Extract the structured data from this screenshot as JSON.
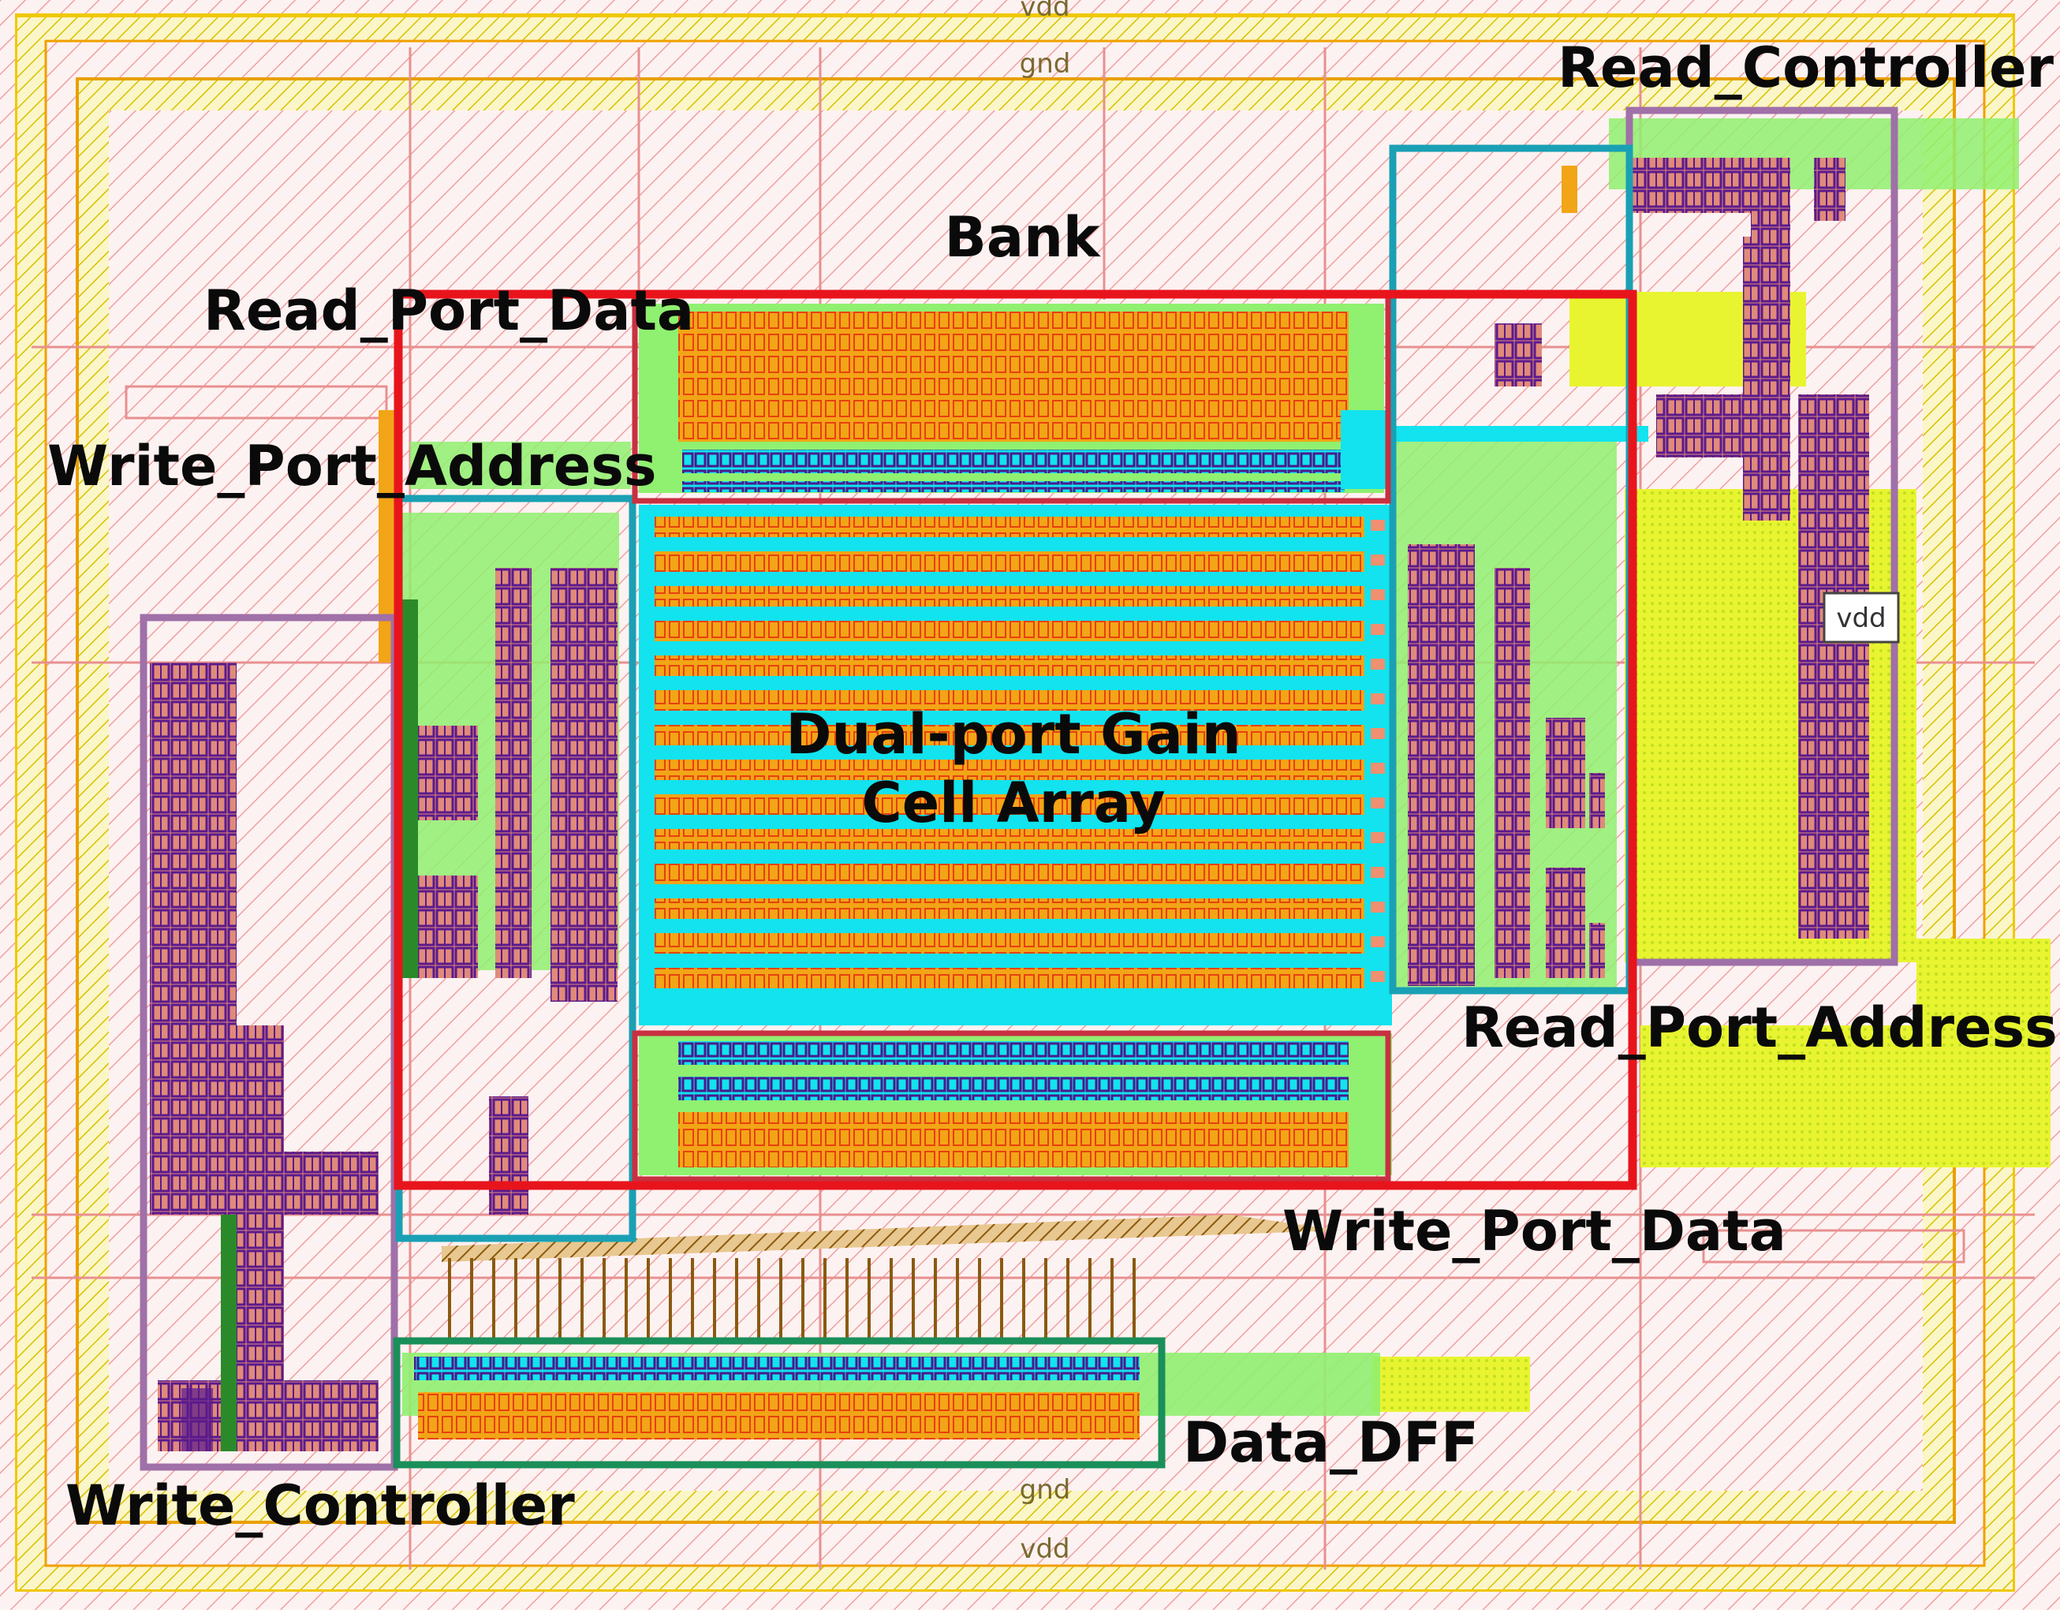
{
  "layout_labels": {
    "bank": "Bank",
    "read_port_data": "Read_Port_Data",
    "write_port_address": "Write_Port_Address",
    "read_controller": "Read_Controller",
    "read_port_address": "Read_Port_Address",
    "write_port_data": "Write_Port_Data",
    "data_dff": "Data_DFF",
    "write_controller": "Write_Controller",
    "array_line1": "Dual-port Gain",
    "array_line2": "Cell Array"
  },
  "net_labels": {
    "vdd_top": "vdd",
    "gnd_top": "gnd",
    "gnd_bottom": "gnd",
    "vdd_bottom": "vdd",
    "vdd_pin": "vdd"
  },
  "colors": {
    "bank": "#e8141c",
    "port_blocks": "#1aa0b4",
    "controllers": "#a070a8",
    "data_dff": "#1a8f5a",
    "metal_orange": "#f2a516",
    "metal_cyan": "#12e3ee",
    "cell_purple": "#5a1a8c",
    "hatch_pink": "#f2aaaa",
    "power_rail_yellow": "#f0e000",
    "green_fill": "#90f070"
  }
}
